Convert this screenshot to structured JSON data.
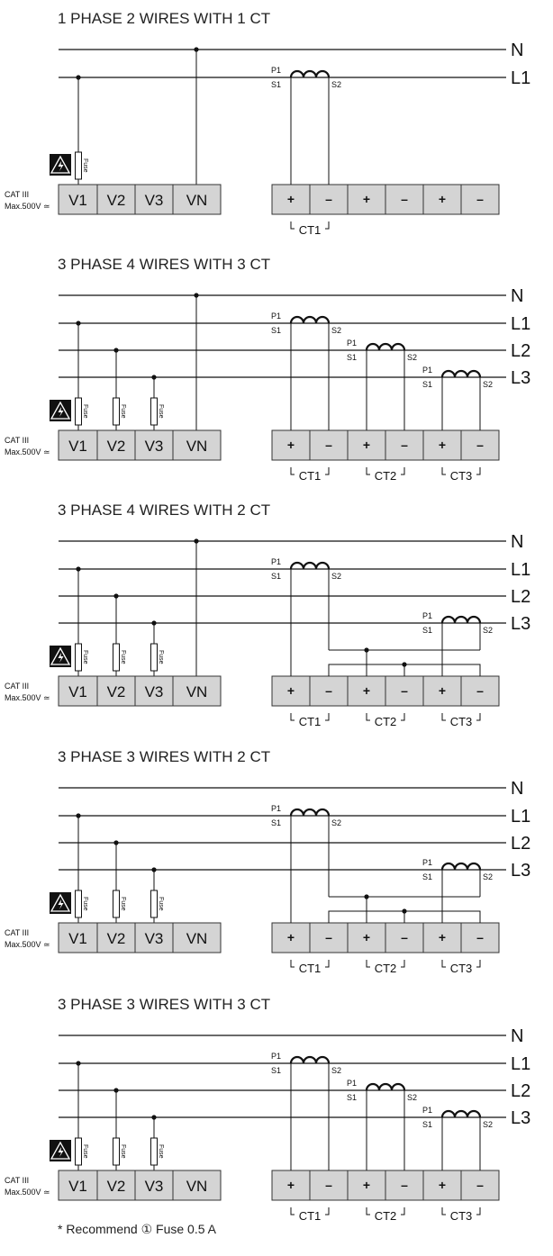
{
  "common": {
    "voltage_terminals": [
      "V1",
      "V2",
      "V3",
      "VN"
    ],
    "current_terminals": [
      "+",
      "-",
      "+",
      "-",
      "+",
      "-"
    ],
    "coil_labels": {
      "p1": "P1",
      "s1": "S1",
      "s2": "S2"
    },
    "fuse_label": "Fuse",
    "cat_label": "CAT III",
    "max_voltage_label": "Max.500V ≃",
    "warning_icon": "high-voltage-warning-icon",
    "terminal_fill": "#d4d4d4"
  },
  "diagrams": [
    {
      "title": "1 PHASE 2 WIRES WITH 1 CT",
      "lines": [
        "N",
        "L1"
      ],
      "taps": {
        "V1": "L1",
        "VN": "N"
      },
      "wiring": "direct",
      "cts": [
        {
          "name": "CT1",
          "line": "L1",
          "pair": 0
        }
      ],
      "ct_labels": [
        "CT1"
      ]
    },
    {
      "title": "3 PHASE 4 WIRES WITH 3 CT",
      "lines": [
        "N",
        "L1",
        "L2",
        "L3"
      ],
      "taps": {
        "V1": "L1",
        "V2": "L2",
        "V3": "L3",
        "VN": "N"
      },
      "wiring": "direct",
      "cts": [
        {
          "name": "CT1",
          "line": "L1",
          "pair": 0
        },
        {
          "name": "CT2",
          "line": "L2",
          "pair": 1
        },
        {
          "name": "CT3",
          "line": "L3",
          "pair": 2
        }
      ],
      "ct_labels": [
        "CT1",
        "CT2",
        "CT3"
      ]
    },
    {
      "title": "3 PHASE 4 WIRES WITH 2 CT",
      "lines": [
        "N",
        "L1",
        "L2",
        "L3"
      ],
      "taps": {
        "V1": "L1",
        "V2": "L2",
        "V3": "L3",
        "VN": "N"
      },
      "wiring": "two-ct",
      "cts": [
        {
          "name": "CT1",
          "line": "L1",
          "pair": 0
        },
        {
          "name": "CT3",
          "line": "L3",
          "pair": 2
        }
      ],
      "ct_labels": [
        "CT1",
        "CT2",
        "CT3"
      ]
    },
    {
      "title": "3 PHASE 3 WIRES WITH 2 CT",
      "lines": [
        "N",
        "L1",
        "L2",
        "L3"
      ],
      "taps": {
        "V1": "L1",
        "V2": "L2",
        "V3": "L3"
      },
      "wiring": "two-ct",
      "cts": [
        {
          "name": "CT1",
          "line": "L1",
          "pair": 0
        },
        {
          "name": "CT3",
          "line": "L3",
          "pair": 2
        }
      ],
      "ct_labels": [
        "CT1",
        "CT2",
        "CT3"
      ]
    },
    {
      "title": "3 PHASE 3 WIRES WITH 3 CT",
      "lines": [
        "N",
        "L1",
        "L2",
        "L3"
      ],
      "taps": {
        "V1": "L1",
        "V2": "L2",
        "V3": "L3"
      },
      "wiring": "direct",
      "cts": [
        {
          "name": "CT1",
          "line": "L1",
          "pair": 0
        },
        {
          "name": "CT2",
          "line": "L2",
          "pair": 1
        },
        {
          "name": "CT3",
          "line": "L3",
          "pair": 2
        }
      ],
      "ct_labels": [
        "CT1",
        "CT2",
        "CT3"
      ]
    }
  ],
  "note": "* Recommend ① Fuse 0.5 A"
}
